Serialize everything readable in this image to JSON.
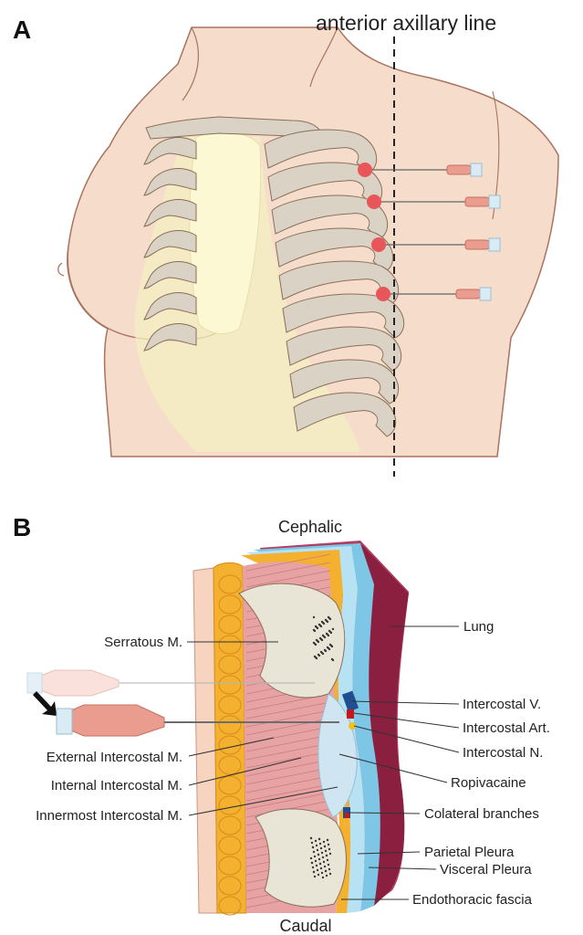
{
  "panel_a": {
    "letter": "A",
    "line_label": "anterior axillary line"
  },
  "panel_b": {
    "letter": "B",
    "top_label": "Cephalic",
    "bottom_label": "Caudal",
    "left_labels": [
      "Serratous M.",
      "External Intercostal M.",
      "Internal Intercostal M.",
      "Innermost Intercostal M."
    ],
    "right_labels": [
      "Lung",
      "Intercostal V.",
      "Intercostal Art.",
      "Intercostal N.",
      "Ropivacaine",
      "Colateral branches",
      "Parietal Pleura",
      "Visceral Pleura",
      "Endothoracic fascia"
    ]
  },
  "colors": {
    "skin": "#f6dccb",
    "skin_outline": "#a8735f",
    "bone": "#d9d2c5",
    "bone_dark": "#8a6f58",
    "cartilage": "#f3efc0",
    "injection_dot": "#e9565a",
    "muscle": "#e7a3a3",
    "fat": "#f3b12f",
    "pleura": "#8fd0ea",
    "lung": "#8a1f3f"
  }
}
